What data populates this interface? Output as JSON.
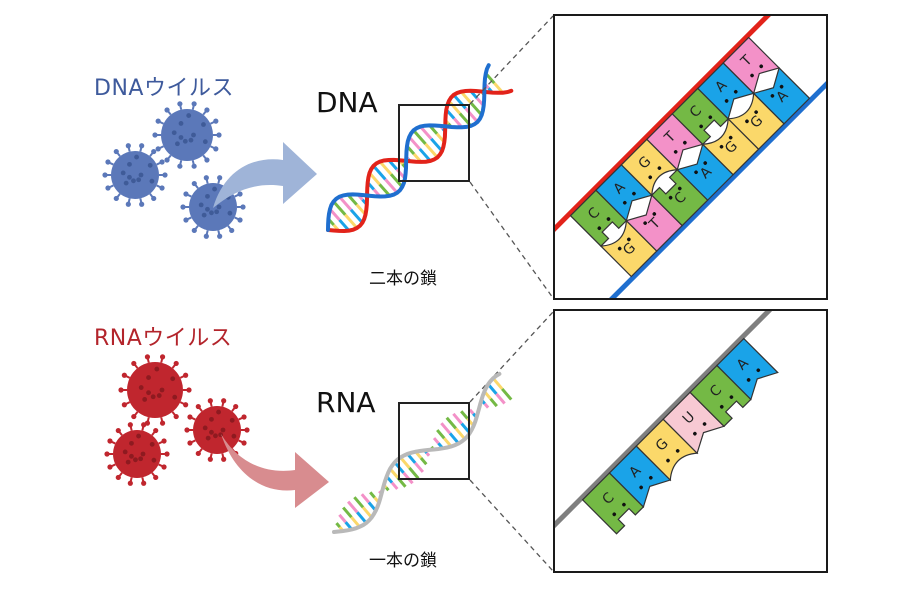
{
  "dna_section": {
    "virus_label": "DNAウイルス",
    "molecule_label": "DNA",
    "strand_caption": "二本の鎖",
    "bases_top": [
      "C",
      "A",
      "G",
      "T",
      "C",
      "A",
      "T"
    ],
    "bases_bottom": [
      "G",
      "T",
      "C",
      "A",
      "G",
      "G",
      "A"
    ]
  },
  "rna_section": {
    "virus_label": "RNAウイルス",
    "molecule_label": "RNA",
    "strand_caption": "一本の鎖",
    "bases": [
      "C",
      "A",
      "G",
      "U",
      "C",
      "A"
    ]
  },
  "colors": {
    "dna_virus": "#5b78b9",
    "rna_virus": "#c0262e",
    "dna_arrow": "#9fb4d8",
    "rna_arrow": "#d88c8f",
    "strand_red": "#e2231a",
    "strand_blue": "#1f6fcf",
    "strand_gray": "#7f7f7f",
    "base_A": "#1aa3e8",
    "base_T": "#f391c8",
    "base_G": "#fbd86a",
    "base_C": "#74b945",
    "base_U": "#f7c9d3"
  }
}
